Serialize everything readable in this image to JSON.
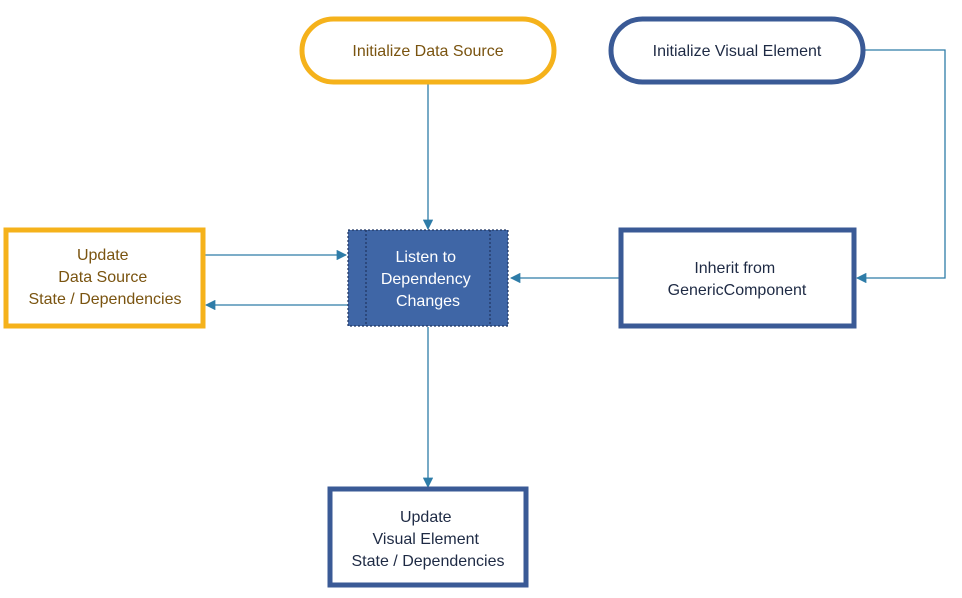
{
  "colors": {
    "orange": "#F5B21B",
    "orange_text": "#7A5410",
    "blue": "#3A5A96",
    "blue_fill": "#3F66A6",
    "blue_text": "#1E2A44",
    "white_text": "#FFFFFF",
    "line": "#2E7CA8",
    "background": "#FFFFFF"
  },
  "nodes": {
    "init_data_source": {
      "lines": [
        "Initialize Data Source"
      ]
    },
    "init_visual_element": {
      "lines": [
        "Initialize Visual Element"
      ]
    },
    "update_data_source": {
      "lines": [
        "Update",
        "Data Source",
        "State / Dependencies"
      ]
    },
    "listen_dependency": {
      "lines": [
        "Listen to",
        "Dependency",
        "Changes"
      ]
    },
    "inherit_generic": {
      "lines": [
        "Inherit from",
        "GenericComponent"
      ]
    },
    "update_visual_element": {
      "lines": [
        "Update",
        "Visual Element",
        "State / Dependencies"
      ]
    }
  }
}
